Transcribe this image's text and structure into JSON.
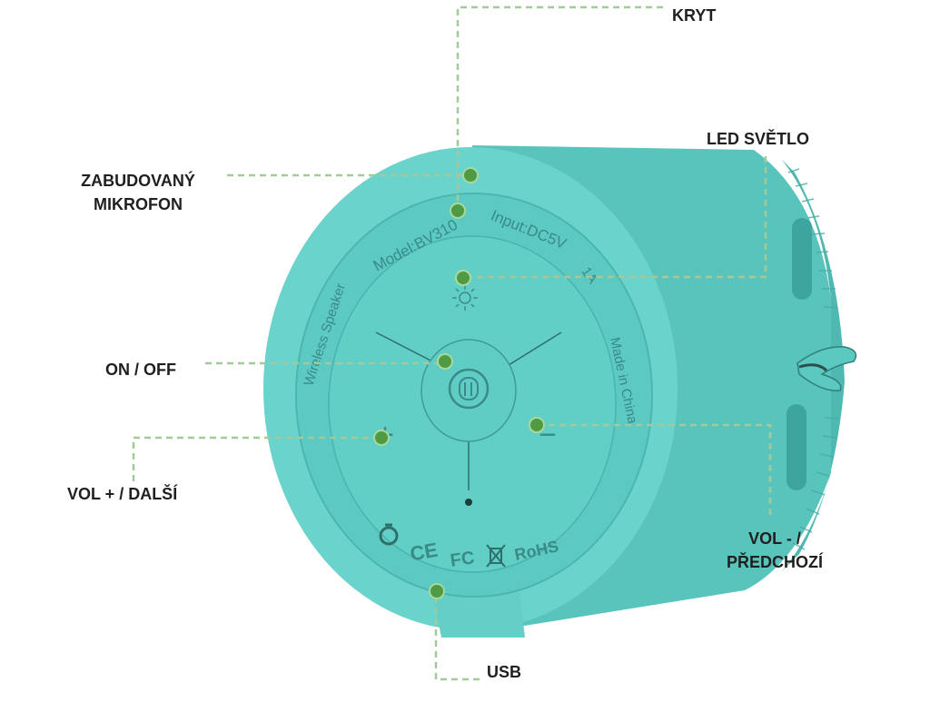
{
  "labels": {
    "cover": "KRYT",
    "led": "LED SVĚTLO",
    "mic_line1": "ZABUDOVANÝ",
    "mic_line2": "MIKROFON",
    "power": "ON / OFF",
    "vol_up": "VOL + / DALŠÍ",
    "vol_down_line1": "VOL - /",
    "vol_down_line2": "PŘEDCHOZÍ",
    "usb": "USB"
  },
  "device_print": {
    "model": "Model:BV310",
    "input": "Input:DC5V",
    "current": "1A",
    "name": "Wireless Speaker",
    "origin": "Made in China",
    "compliance": [
      "CE",
      "FC",
      "RoHS"
    ],
    "plus_symbol": "+",
    "minus_symbol": "−"
  },
  "colors": {
    "body": "#66d1c9",
    "body_dark": "#56c1b9",
    "panel": "#69d4cc",
    "print": "#3a8a86",
    "lead_line": "#a3c99a",
    "marker": "#4f9a43"
  },
  "icons": [
    "led-sun-icon",
    "power-icon",
    "recycle-icon",
    "weee-bin-icon"
  ]
}
